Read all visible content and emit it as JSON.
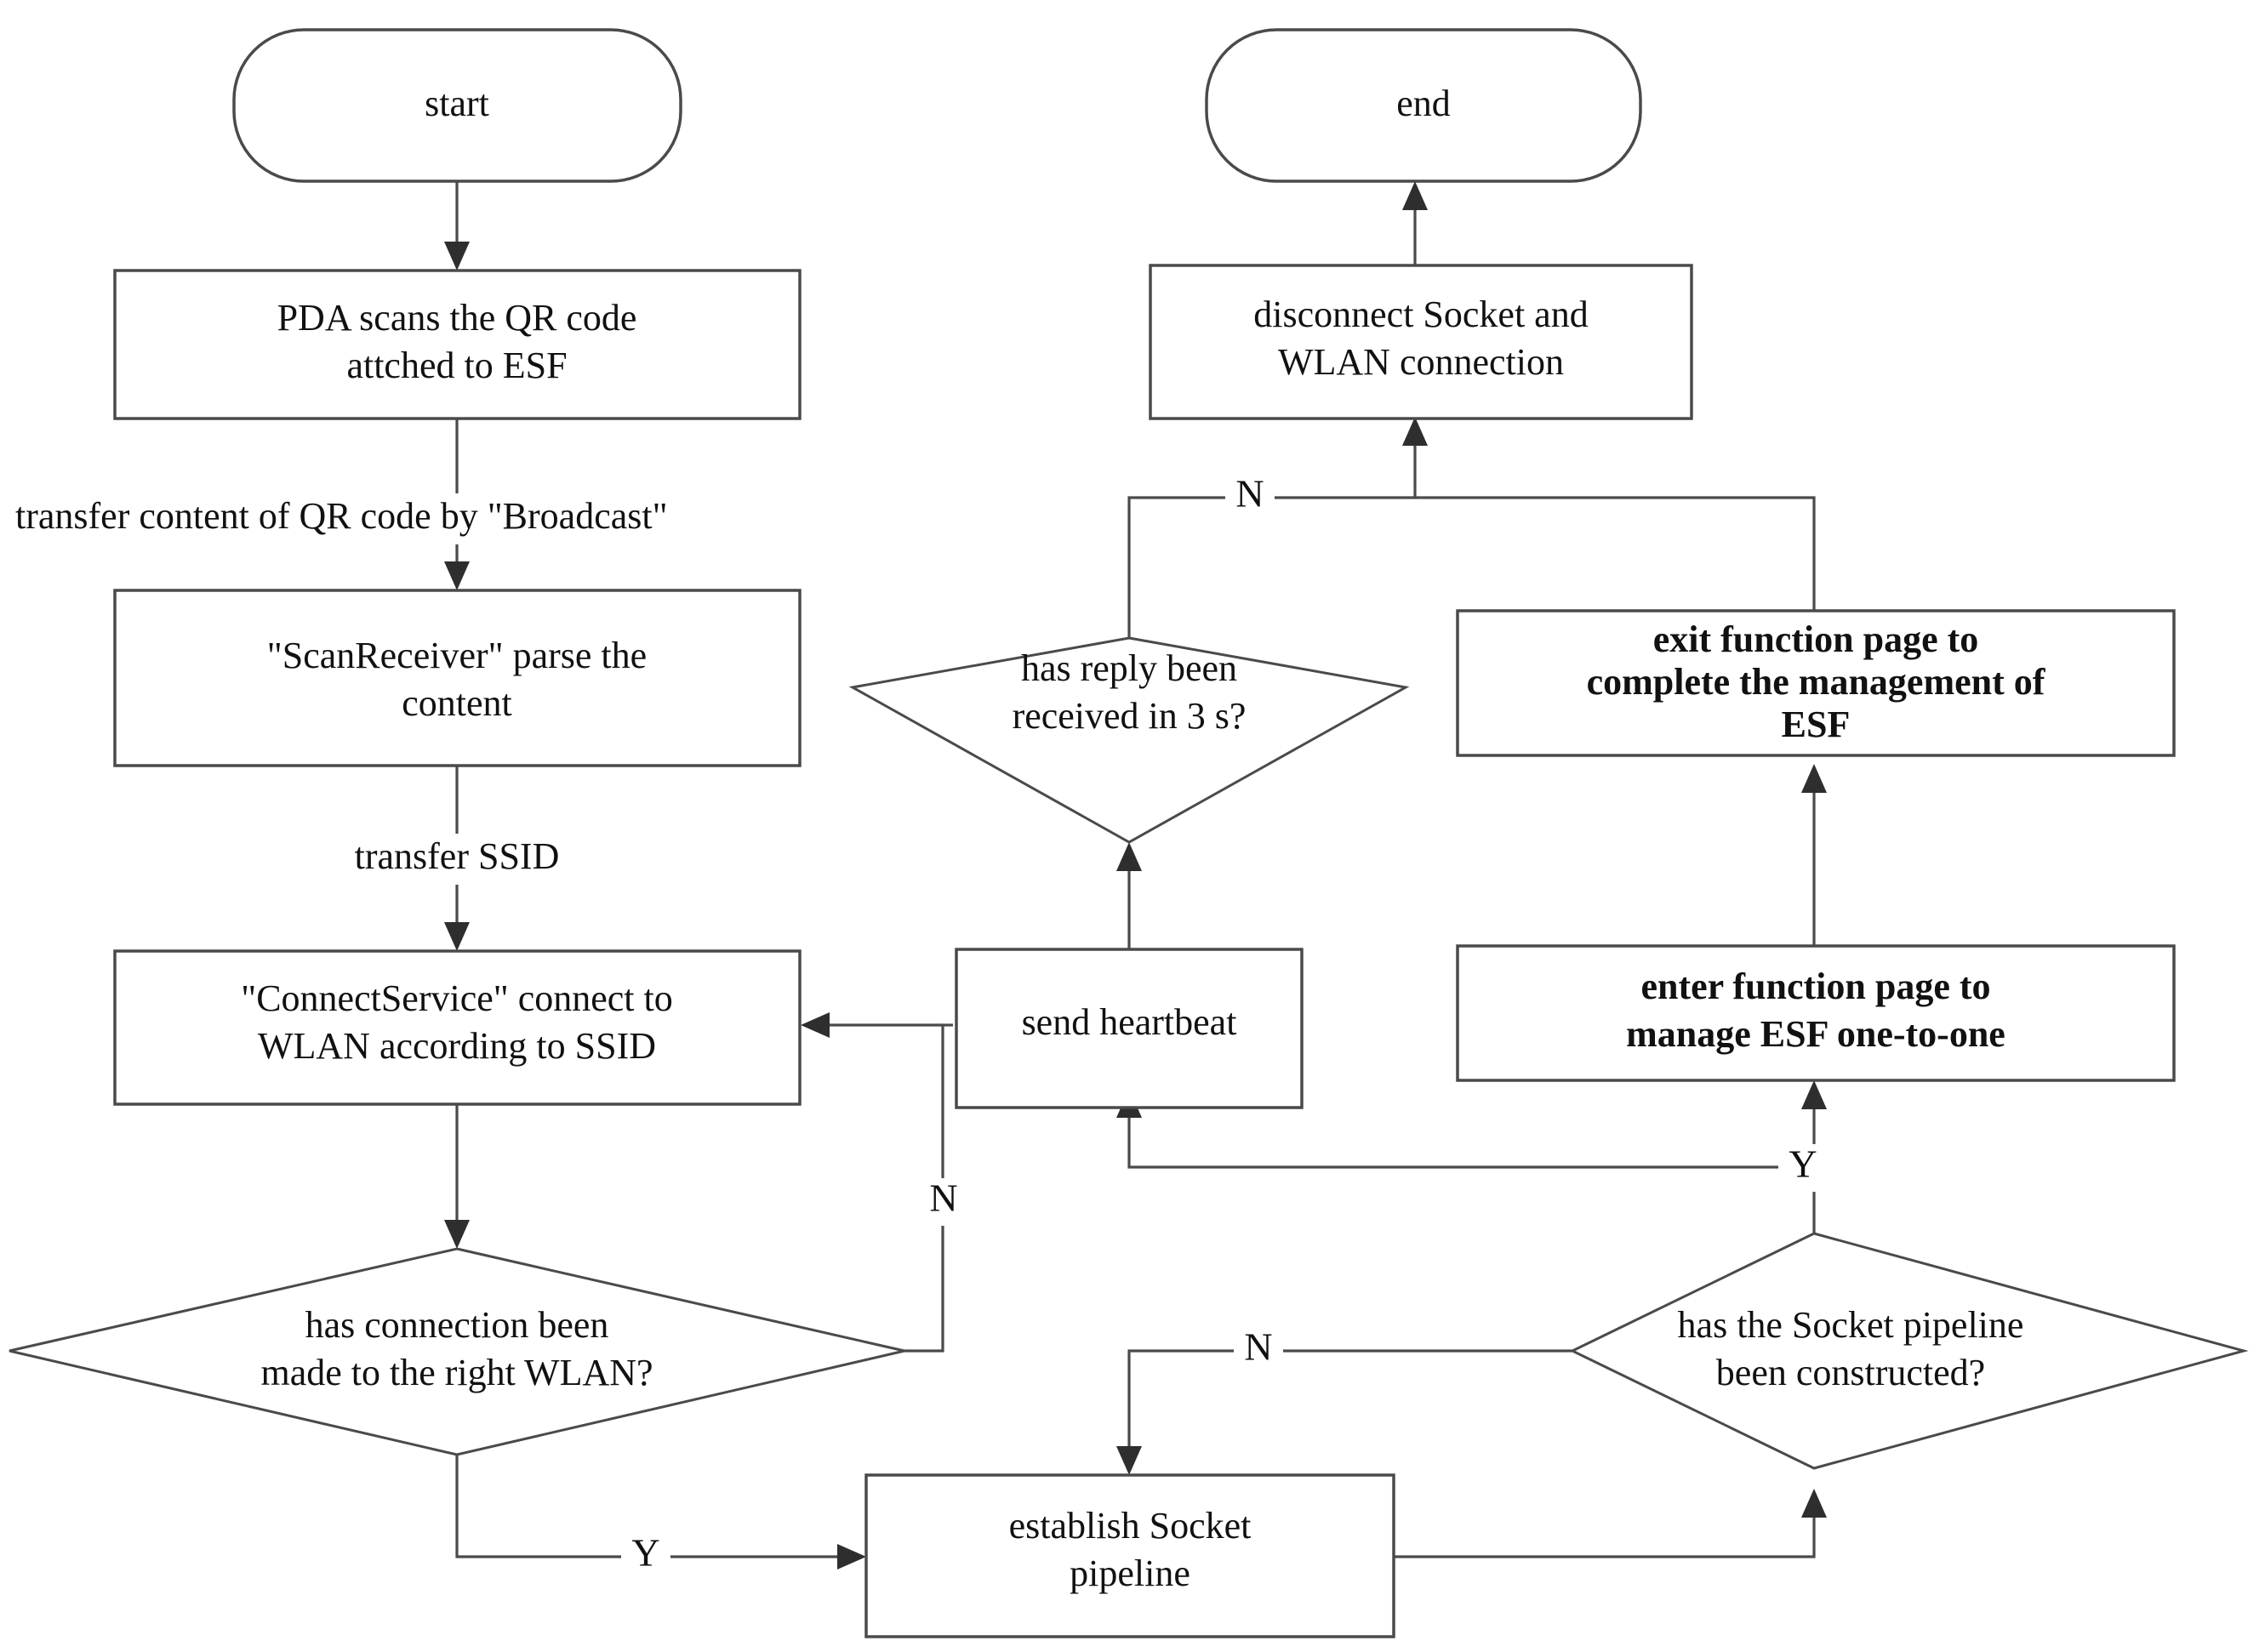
{
  "diagram": {
    "title": "PDA to ESF WLAN connection and management flowchart",
    "type": "flowchart",
    "colors": {
      "background": "#ffffff",
      "stroke": "#4a4a4a",
      "text": "#111111",
      "arrowhead": "#2e2e2e"
    },
    "nodes": [
      {
        "id": "start",
        "shape": "terminator",
        "lines": [
          "start"
        ]
      },
      {
        "id": "pda_scan",
        "shape": "process",
        "lines": [
          "PDA scans the QR code",
          "attched to ESF"
        ]
      },
      {
        "id": "scan_receiver",
        "shape": "process",
        "lines": [
          "\"ScanReceiver\" parse the",
          "content"
        ]
      },
      {
        "id": "connect_service",
        "shape": "process",
        "lines": [
          "\"ConnectService\" connect to",
          "WLAN according to SSID"
        ]
      },
      {
        "id": "wlan_check",
        "shape": "decision",
        "lines": [
          "has connection been",
          "made to the right WLAN?"
        ]
      },
      {
        "id": "establish_socket",
        "shape": "process",
        "lines": [
          "establish Socket",
          "pipeline"
        ]
      },
      {
        "id": "socket_check",
        "shape": "decision",
        "lines": [
          "has the Socket pipeline",
          "been constructed?"
        ]
      },
      {
        "id": "enter_page",
        "shape": "process",
        "bold": true,
        "lines": [
          "enter function page to",
          "manage ESF one-to-one"
        ]
      },
      {
        "id": "exit_page",
        "shape": "process",
        "bold": true,
        "lines": [
          "exit function page to",
          "complete the management of",
          "ESF"
        ]
      },
      {
        "id": "send_heartbeat",
        "shape": "process",
        "lines": [
          "send heartbeat"
        ]
      },
      {
        "id": "reply_check",
        "shape": "decision",
        "lines": [
          "has reply been",
          "received in 3 s?"
        ]
      },
      {
        "id": "disconnect",
        "shape": "process",
        "lines": [
          "disconnect Socket and",
          "WLAN connection"
        ]
      },
      {
        "id": "end",
        "shape": "terminator",
        "lines": [
          "end"
        ]
      }
    ],
    "edge_labels": {
      "broadcast": "transfer content of QR code by \"Broadcast\"",
      "transfer_ssid": "transfer SSID",
      "wlan_no": "N",
      "wlan_yes": "Y",
      "socket_no": "N",
      "socket_yes": "Y",
      "reply_no": "N"
    },
    "edges": [
      {
        "from": "start",
        "to": "pda_scan",
        "label": ""
      },
      {
        "from": "pda_scan",
        "to": "scan_receiver",
        "label": "transfer content of QR code by \"Broadcast\""
      },
      {
        "from": "scan_receiver",
        "to": "connect_service",
        "label": "transfer SSID"
      },
      {
        "from": "connect_service",
        "to": "wlan_check",
        "label": ""
      },
      {
        "from": "wlan_check",
        "to": "connect_service",
        "label": "N"
      },
      {
        "from": "wlan_check",
        "to": "establish_socket",
        "label": "Y"
      },
      {
        "from": "establish_socket",
        "to": "socket_check",
        "label": ""
      },
      {
        "from": "socket_check",
        "to": "establish_socket",
        "label": "N"
      },
      {
        "from": "socket_check",
        "to": "enter_page",
        "label": "Y"
      },
      {
        "from": "enter_page",
        "to": "exit_page",
        "label": ""
      },
      {
        "from": "exit_page",
        "to": "disconnect",
        "label": ""
      },
      {
        "from": "enter_page",
        "to": "send_heartbeat",
        "label": ""
      },
      {
        "from": "send_heartbeat",
        "to": "reply_check",
        "label": ""
      },
      {
        "from": "reply_check",
        "to": "connect_service",
        "label": ""
      },
      {
        "from": "reply_check",
        "to": "disconnect",
        "label": "N"
      },
      {
        "from": "disconnect",
        "to": "end",
        "label": ""
      }
    ]
  }
}
